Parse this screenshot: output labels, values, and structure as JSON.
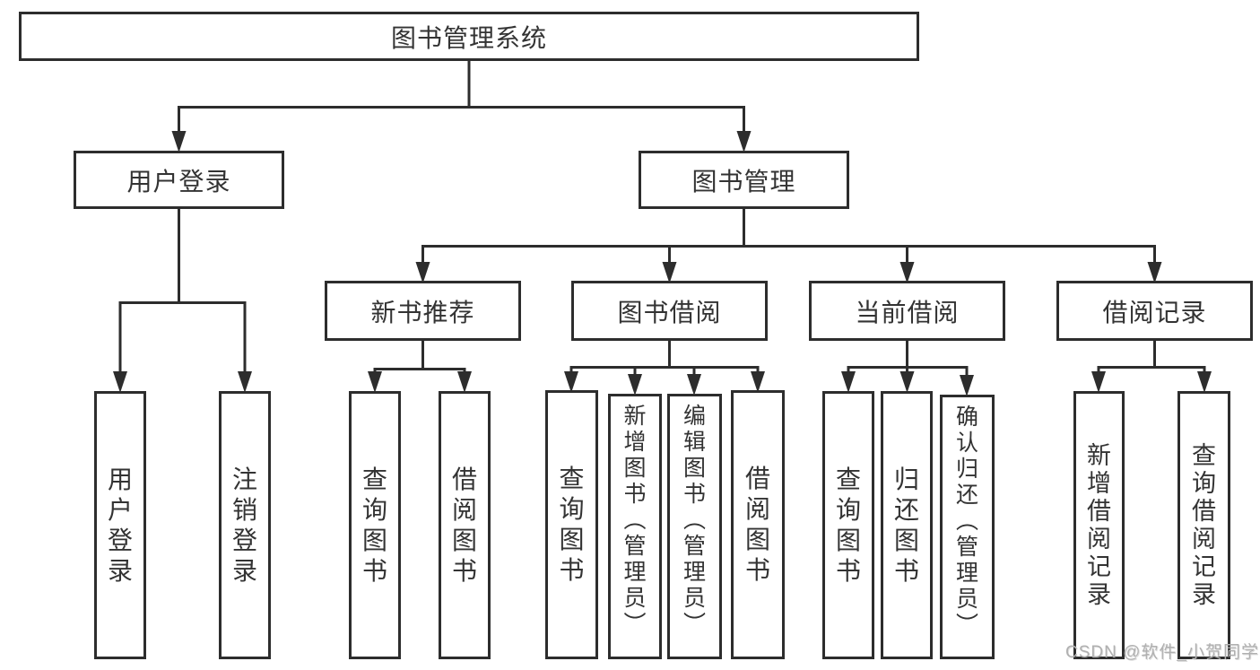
{
  "diagram": {
    "nodes": {
      "root": {
        "label": "图书管理系统"
      },
      "user_login": {
        "label": "用户登录"
      },
      "book_management": {
        "label": "图书管理"
      },
      "new_book_recommend": {
        "label": "新书推荐"
      },
      "book_borrow": {
        "label": "图书借阅"
      },
      "current_borrow": {
        "label": "当前借阅"
      },
      "borrow_record": {
        "label": "借阅记录"
      },
      "leaf_user_login": {
        "label": "用户登录"
      },
      "leaf_logout": {
        "label": "注销登录"
      },
      "leaf_query_book_recommend": {
        "label": "查询图书"
      },
      "leaf_borrow_book_recommend": {
        "label": "借阅图书"
      },
      "leaf_query_book_borrow": {
        "label": "查询图书"
      },
      "leaf_add_book_admin": {
        "label": "新增图书（管理员）"
      },
      "leaf_edit_book_admin": {
        "label": "编辑图书（管理员）"
      },
      "leaf_borrow_book_borrow": {
        "label": "借阅图书"
      },
      "leaf_query_book_current": {
        "label": "查询图书"
      },
      "leaf_return_book": {
        "label": "归还图书"
      },
      "leaf_confirm_return_admin": {
        "label": "确认归还（管理员）"
      },
      "leaf_add_borrow_record": {
        "label": "新增借阅记录"
      },
      "leaf_query_borrow_record": {
        "label": "查询借阅记录"
      }
    }
  },
  "watermark": {
    "text": "CSDN @软件_小贺同学"
  },
  "colors": {
    "line": "#2d2d2d",
    "text": "#333333",
    "background": "#ffffff",
    "watermark": "#b0b0b0"
  }
}
